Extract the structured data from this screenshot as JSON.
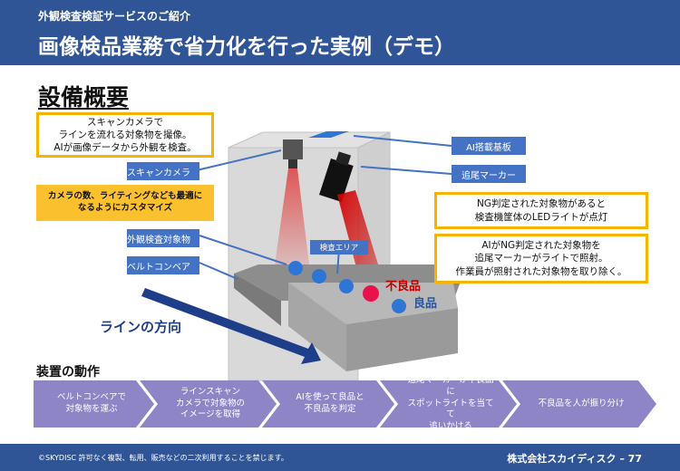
{
  "header": {
    "subtitle": "外観検査検証サービスのご紹介",
    "title": "画像検品業務で省力化を行った実例（デモ）"
  },
  "section_title": "設備概要",
  "notes": {
    "camera_note": "スキャンカメラで\nラインを流れる対象物を撮像。\nAIが画像データから外観を検査。",
    "lighting_note": "カメラの数、ライティングなども最適に\nなるようにカスタマイズ",
    "ng_note": "NG判定された対象物があると\n検査機筐体のLEDライトが点灯",
    "marker_note": "AIがNG判定された対象物を\n追尾マーカーがライトで照射。\n作業員が照射された対象物を取り除く。"
  },
  "labels": {
    "scan_camera": "スキャンカメラ",
    "inspection_target": "外観検査対象物",
    "belt_conveyor": "ベルトコンベア",
    "ai_board": "AI搭載基板",
    "tracking_marker": "追尾マーカー",
    "inspection_area": "検査エリア",
    "defective": "不良品",
    "good": "良品",
    "line_direction": "ラインの方向"
  },
  "steps_title": "装置の動作",
  "steps": [
    "ベルトコンベアで\n対象物を運ぶ",
    "ラインスキャン\nカメラで対象物の\nイメージを取得",
    "AIを使って良品と\n不良品を判定",
    "追尾マーカーが不良品に\nスポットライトを当てて\n追いかける",
    "不良品を人が振り分け"
  ],
  "footer": {
    "copyright": "©SKYDISC 許可なく複製、転用、販売などの二次利用することを禁じます。",
    "company_page": "株式会社スカイディスク – 77"
  },
  "colors": {
    "header_blue": "#2f5597",
    "label_blue": "#4472c4",
    "note_yellow": "#f4b400",
    "step_purple": "#8e85c6",
    "defect_red": "#c00000"
  }
}
